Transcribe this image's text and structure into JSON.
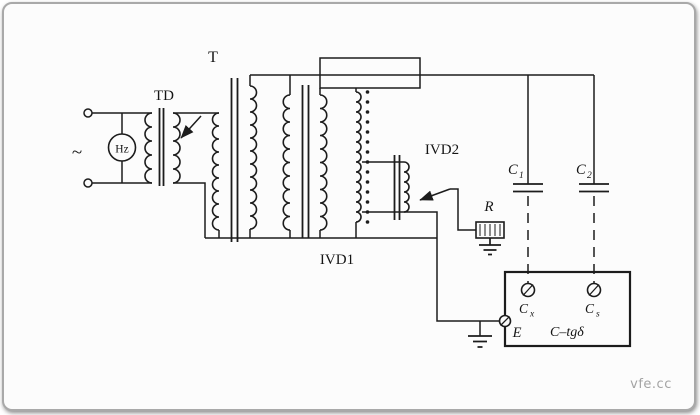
{
  "frame": {
    "watermark": "vfe.cc"
  },
  "source": {
    "ac_symbol": "~",
    "meter_label": "Hz"
  },
  "transformers": {
    "regulating": "TD",
    "main": "T"
  },
  "dividers": {
    "first": "IVD1",
    "second": "IVD2"
  },
  "resistor": {
    "label": "R"
  },
  "capacitors": {
    "c1": {
      "base": "C",
      "sub": "1"
    },
    "c2": {
      "base": "C",
      "sub": "2"
    }
  },
  "bridge_box": {
    "cx": {
      "base": "C",
      "sub": "x"
    },
    "cs": {
      "base": "C",
      "sub": "s"
    },
    "earth": "E",
    "label": "C–tgδ"
  },
  "colors": {
    "line": "#1c1c1c",
    "frame_border": "#a9a9a9",
    "watermark": "#9a9a9a",
    "background": "#fcfcfc"
  }
}
